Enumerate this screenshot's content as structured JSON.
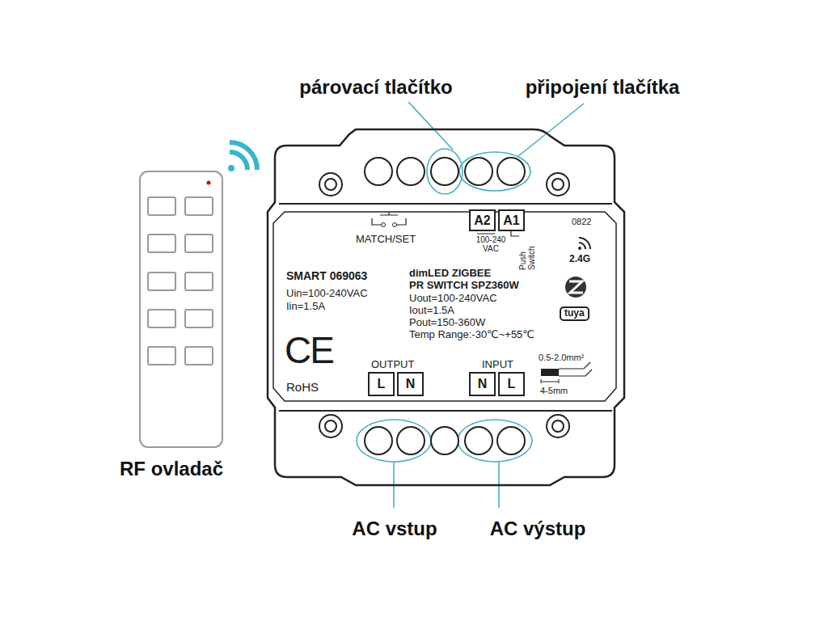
{
  "diagram": {
    "nodes": [
      {
        "text": [
          "MATCH/SET",
          "0822",
          "2.4G",
          "100-240 VAC",
          "Push Switch",
          "SMART 069063",
          "Uin=100-240VAC",
          "Iin=1.5A",
          "dimLED ZIGBEE",
          "PR SWITCH SPZ360W",
          "Uout=100-240VAC",
          "Iout=1.5A",
          "Pout=150-360W",
          "Temp Range:-30℃~+55℃",
          "tuya",
          "CE",
          "OUTPUT",
          "INPUT",
          "0.5-2.0mm²",
          "4-5mm",
          "RoHS"
        ]
      },
      {
        "text": [
          "A2"
        ],
        "in": 0
      },
      {
        "text": [
          "A1"
        ],
        "in": 0
      },
      {
        "text": [
          "L"
        ],
        "in": 0
      },
      {
        "text": [
          "N"
        ],
        "in": 0
      },
      {
        "text": [
          "N"
        ],
        "in": 0
      },
      {
        "text": [
          "L"
        ],
        "in": 0
      }
    ],
    "labels": [
      "párovací tlačítko",
      "připojení tlačítka",
      "RF ovladač",
      "AC vstup",
      "AC výstup"
    ]
  }
}
